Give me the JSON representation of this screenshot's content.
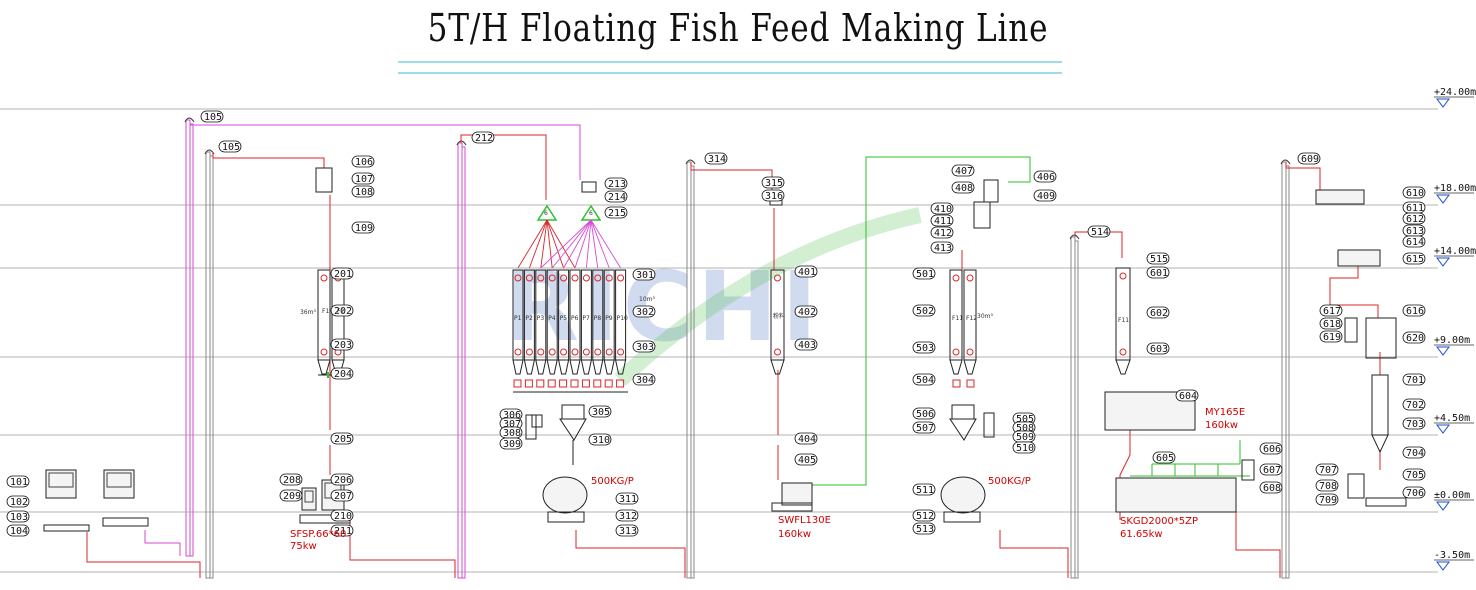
{
  "title": "5T/H Floating Fish Feed Making Line",
  "watermark": "RICHI",
  "colors": {
    "red": "#d9262b",
    "magenta": "#d64bd6",
    "green": "#2fbf2f",
    "grey": "#8a8a8a",
    "pink": "#e88a8a"
  },
  "levels": [
    "+24.00m",
    "+18.00m",
    "+14.00m",
    "+9.00m",
    "+4.50m",
    "±0.00m",
    "-3.50m"
  ],
  "tags": [
    "101",
    "102",
    "103",
    "104",
    "105",
    "105",
    "106",
    "107",
    "108",
    "109",
    "201",
    "202",
    "203",
    "204",
    "205",
    "206",
    "207",
    "208",
    "209",
    "210",
    "211",
    "212",
    "213",
    "214",
    "215",
    "301",
    "302",
    "303",
    "304",
    "305",
    "306",
    "307",
    "308",
    "309",
    "310",
    "311",
    "312",
    "313",
    "314",
    "315",
    "316",
    "401",
    "402",
    "403",
    "404",
    "405",
    "406",
    "407",
    "408",
    "409",
    "410",
    "411",
    "412",
    "413",
    "501",
    "502",
    "503",
    "504",
    "505",
    "506",
    "507",
    "508",
    "509",
    "510",
    "511",
    "512",
    "513",
    "514",
    "515",
    "601",
    "602",
    "603",
    "604",
    "605",
    "606",
    "607",
    "608",
    "609",
    "610",
    "611",
    "612",
    "613",
    "614",
    "615",
    "616",
    "617",
    "618",
    "619",
    "620",
    "701",
    "702",
    "703",
    "704",
    "705",
    "706",
    "707",
    "708",
    "709"
  ],
  "equipment_labels": {
    "hammer_mill": "SFSP.66*60",
    "hammer_mill_power": "75kw",
    "mixer1_capacity": "500KG/P",
    "pulverizer": "SWFL130E",
    "pulverizer_power": "160kw",
    "mixer2_capacity": "500KG/P",
    "extruder": "MY165E",
    "extruder_power": "160kw",
    "dryer": "SKGD2000*5ZP",
    "dryer_power": "61.65kw"
  },
  "bin_labels": {
    "bins_201": [
      "F1",
      "F2"
    ],
    "bins_301": [
      "P1",
      "P2",
      "P3",
      "P4",
      "P5",
      "P6",
      "P7",
      "P8",
      "P9",
      "P10"
    ],
    "bins_501": [
      "F11",
      "F12"
    ],
    "bin_402": "粉料",
    "bin_601": "F11",
    "dist1": "6",
    "dist2": "6",
    "vol_201": "36m³",
    "vol_301": "10m³",
    "vol_501": "30m³"
  }
}
